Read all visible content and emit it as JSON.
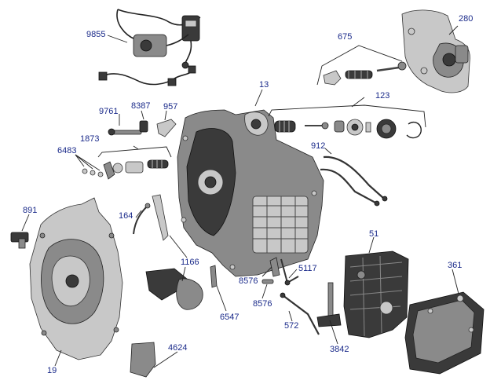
{
  "labels": {
    "p9855": "9855",
    "p675": "675",
    "p280": "280",
    "p13": "13",
    "p123": "123",
    "p9761": "9761",
    "p8387": "8387",
    "p957": "957",
    "p1873": "1873",
    "p6483": "6483",
    "p912": "912",
    "p891": "891",
    "p164": "164",
    "p1166": "1166",
    "p51": "51",
    "p361": "361",
    "p8576a": "8576",
    "p5117": "5117",
    "p8576b": "8576",
    "p6547": "6547",
    "p572": "572",
    "p3842": "3842",
    "p4624": "4624",
    "p19": "19"
  },
  "colors": {
    "label_text": "#1a2a8a",
    "background": "#ffffff"
  }
}
